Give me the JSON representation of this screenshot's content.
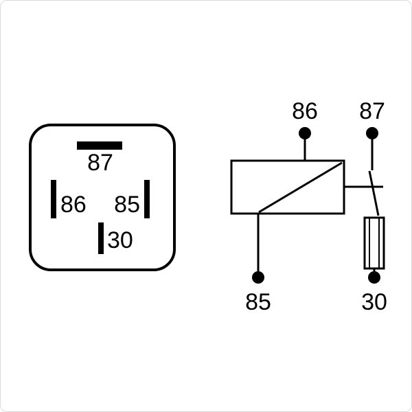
{
  "figure": {
    "title": "relay-pinout-and-schematic",
    "background_color": "#ffffff",
    "line_color": "#000000",
    "frame_color": "#d9d9d9"
  },
  "base_view": {
    "description": "relay socket base bottom view with pin slots",
    "pin_top": {
      "label": "87"
    },
    "pin_left": {
      "label": "86"
    },
    "pin_right": {
      "label": "85"
    },
    "pin_bottom": {
      "label": "30"
    }
  },
  "schematic": {
    "description": "relay internal circuit: coil between 86 and 85, switch contact from 87 through resistor element to 30",
    "terminal_top_left": {
      "label": "86"
    },
    "terminal_top_right": {
      "label": "87"
    },
    "terminal_bottom_left": {
      "label": "85"
    },
    "terminal_bottom_right": {
      "label": "30"
    }
  }
}
